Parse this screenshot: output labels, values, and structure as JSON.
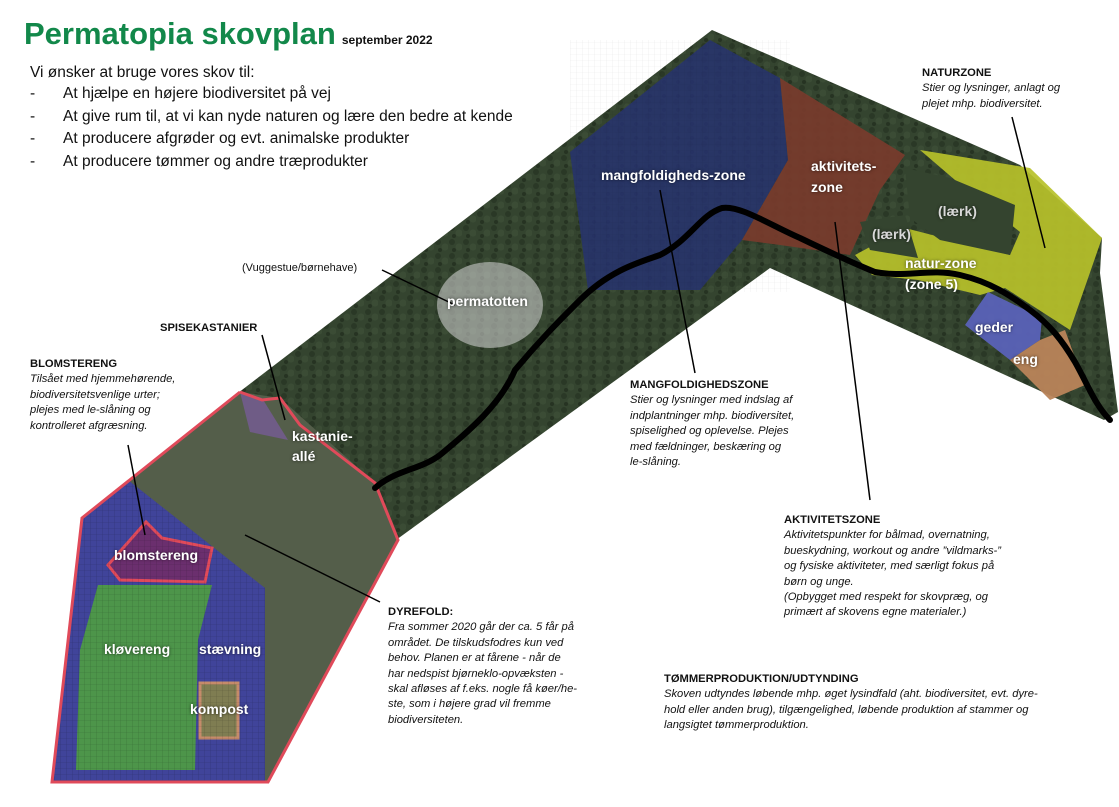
{
  "header": {
    "title": "Permatopia skovplan",
    "date": "september 2022",
    "intro": "Vi ønsker at bruge vores skov til:",
    "goals": [
      "At hjælpe en højere biodiversitet på vej",
      "At give rum til, at vi kan nyde naturen og lære den bedre at kende",
      "At producere afgrøder og evt. animalske produkter",
      "At producere tømmer og andre træprodukter"
    ]
  },
  "map_labels": {
    "mangfoldigheds_zone": "mangfoldigheds-zone",
    "aktivitets_zone_1": "aktivitets-",
    "aktivitets_zone_2": "zone",
    "laerk": "(lærk)",
    "natur_zone_1": "natur-zone",
    "natur_zone_2": "(zone 5)",
    "geder": "geder",
    "eng": "eng",
    "permatotten": "permatotten",
    "kastanie_1": "kastanie-",
    "kastanie_2": "allé",
    "blomstereng": "blomstereng",
    "kloevereng": "kløvereng",
    "staevning": "stævning",
    "kompost": "kompost",
    "vuggestue": "(Vuggestue/børnehave)"
  },
  "notes": {
    "naturzone": {
      "head": "NATURZONE",
      "body": [
        "Stier og lysninger, anlagt og",
        "plejet mhp. biodiversitet."
      ]
    },
    "mangfoldighedszone": {
      "head": "MANGFOLDIGHEDSZONE",
      "body": [
        "Stier og lysninger med indslag af",
        "indplantninger mhp. biodiversitet,",
        "spiselighed og oplevelse. Plejes",
        "med fældninger, beskæring og",
        "le-slåning."
      ]
    },
    "spisekastanier": {
      "head": "SPISEKASTANIER"
    },
    "blomstereng": {
      "head": "BLOMSTERENG",
      "body": [
        "Tilsået med hjemmehørende,",
        "biodiversitetsvenlige urter;",
        "plejes med le-slåning og",
        "kontrolleret afgræsning."
      ]
    },
    "aktivitetszone": {
      "head": "AKTIVITETSZONE",
      "body": [
        "Aktivitetspunkter for bålmad, overnatning,",
        "bueskydning, workout og andre ”vildmarks-”",
        "og fysiske aktiviteter, med særligt fokus på",
        "børn og unge.",
        "(Opbygget med respekt for skovpræg, og",
        "primært af skovens egne materialer.)"
      ]
    },
    "dyrefold": {
      "head": "DYREFOLD:",
      "body": [
        "Fra sommer 2020 går der ca. 5 får på",
        "området. De tilskudsfodres kun ved",
        "behov. Planen er at fårene - når de",
        "har nedspist bjørneklo-opvæksten -",
        "skal afløses af f.eks. nogle få køer/he-",
        "ste, som i højere grad vil fremme",
        "biodiversiteten."
      ]
    },
    "tommer": {
      "head": "TØMMERPRODUKTION/UDTYNDING",
      "body": [
        "Skoven udtyndes løbende mhp. øget lysindfald (aht. biodiversitet, evt. dyre-",
        "hold eller anden brug), tilgængelighed, løbende produktion af stammer og",
        "langsigtet tømmerproduktion."
      ]
    }
  },
  "colors": {
    "title_green": "#12884a",
    "forest": "#2f3d2b",
    "mangfoldighed_blue": "#27336f",
    "aktivitet_brown": "#7a3b2c",
    "natur_yellow": "#b7c12a",
    "geder_blue": "#5a62b8",
    "eng_tan": "#b9845a",
    "fold_border": "#e04a5a",
    "kloevereng_green": "#4e9a46",
    "staevning_blue": "#3d3fa8",
    "blomstereng_purple": "#6b2f6e",
    "path_black": "#000000"
  }
}
